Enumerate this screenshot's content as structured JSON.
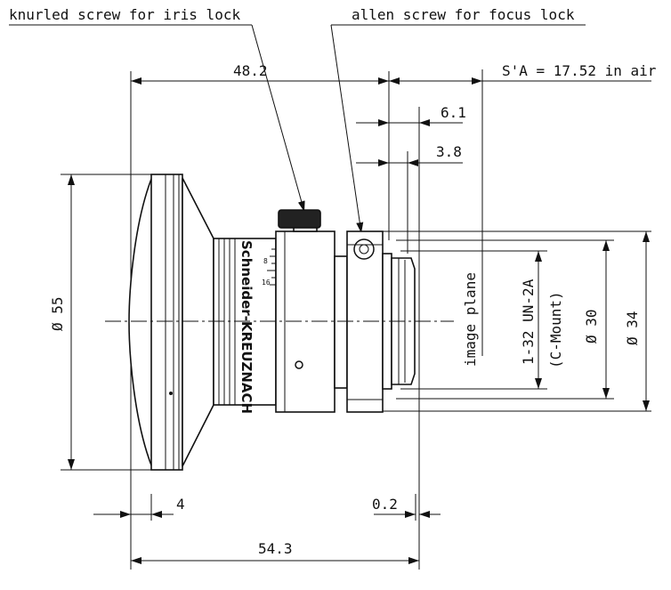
{
  "labels": {
    "iris_lock": "knurled screw for iris lock",
    "focus_lock": "allen screw for focus lock",
    "image_plane": "image plane",
    "thread": "1-32 UN-2A",
    "thread_type": "(C-Mount)",
    "brand": "Schneider-KREUZNACH"
  },
  "dimensions": {
    "overall_to_flange": "48.2",
    "back_focus": "S'A = 17.52 in air",
    "d1": "6.1",
    "d2": "3.8",
    "front_diameter": "Ø 55",
    "mount_diameter": "Ø 30",
    "body_diameter": "Ø 34",
    "front_offset": "4",
    "rear_offset": "0.2",
    "overall_length": "54.3"
  },
  "scale_marks": [
    "8",
    "16"
  ]
}
